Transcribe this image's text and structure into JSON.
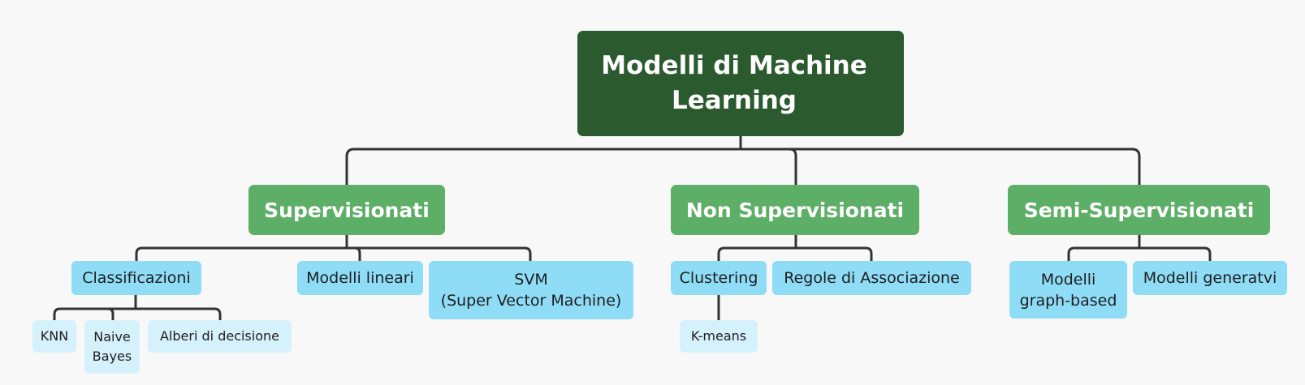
{
  "root": {
    "label": "Modelli di Machine\nLearning"
  },
  "categories": {
    "supervised": {
      "label": "Supervisionati",
      "children": {
        "classificazioni": {
          "label": "Classificazioni",
          "children": {
            "knn": {
              "label": "KNN"
            },
            "naive_bayes": {
              "label": "Naive\nBayes"
            },
            "alberi": {
              "label": "Alberi di decisione"
            }
          }
        },
        "modelli_lineari": {
          "label": "Modelli lineari"
        },
        "svm": {
          "label": "SVM\n(Super Vector Machine)"
        }
      }
    },
    "unsupervised": {
      "label": "Non Supervisionati",
      "children": {
        "clustering": {
          "label": "Clustering",
          "children": {
            "kmeans": {
              "label": "K-means"
            }
          }
        },
        "regole": {
          "label": "Regole di Associazione"
        }
      }
    },
    "semi": {
      "label": "Semi-Supervisionati",
      "children": {
        "graph": {
          "label": "Modelli\ngraph-based"
        },
        "generativi": {
          "label": "Modelli generatvi"
        }
      }
    }
  },
  "colors": {
    "root": "#2b5a2f",
    "category": "#5dae66",
    "subcategory": "#8fdcf6",
    "leaf": "#d5f1fb",
    "connector": "#333333",
    "background": "#f8f8f8"
  }
}
